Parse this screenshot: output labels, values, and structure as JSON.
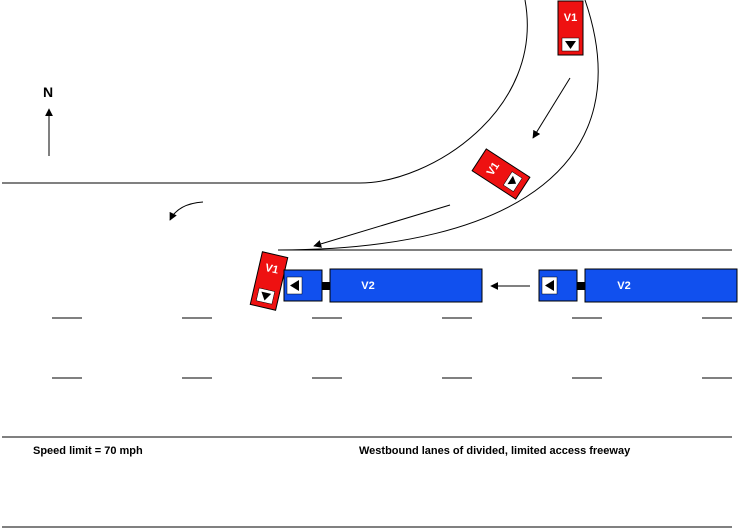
{
  "north_label": "N",
  "vehicles": {
    "v1_label": "V1",
    "v2_label": "V2"
  },
  "captions": {
    "speed_limit": "Speed limit = 70 mph",
    "road_description": "Westbound lanes of divided, limited access freeway"
  },
  "colors": {
    "v1": "#ee1111",
    "v2": "#1150ee",
    "line": "#000000",
    "vehicle_text": "#ffffff"
  }
}
